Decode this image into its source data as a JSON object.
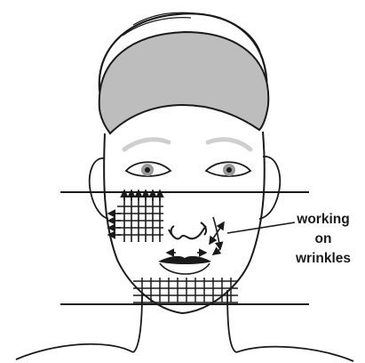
{
  "annotation": {
    "lines": [
      "working",
      "on",
      "wrinkles"
    ]
  },
  "colors": {
    "ink": "#1a1a1a",
    "headband": "#bdbdbd",
    "brow": "#cfcfcf",
    "iris": "#9a9a9a"
  },
  "icons": {
    "arrows": "arrow-icon",
    "grid": "grid-icon"
  }
}
